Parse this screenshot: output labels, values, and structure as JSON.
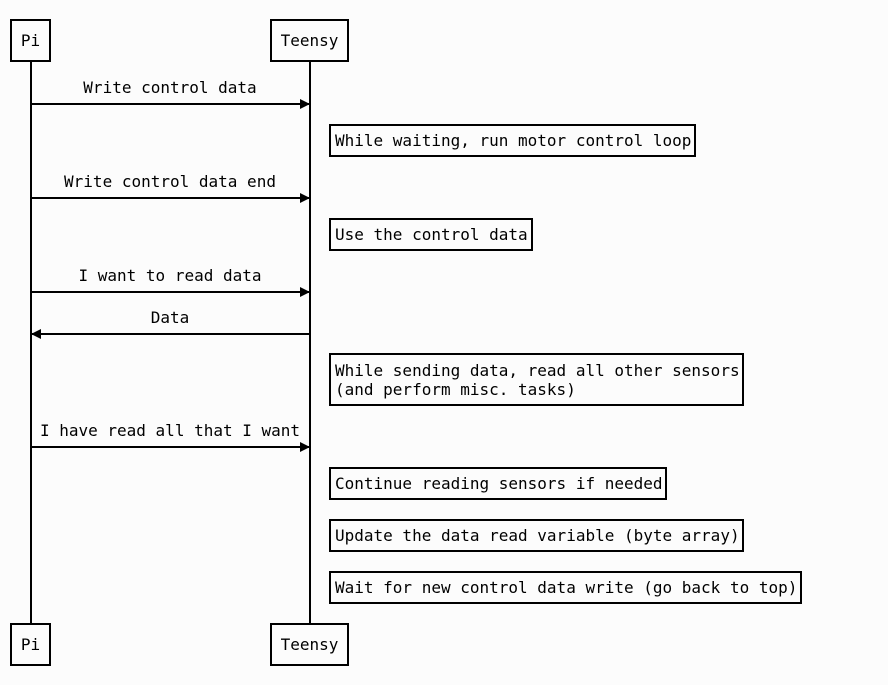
{
  "participants": {
    "left": "Pi",
    "right": "Teensy"
  },
  "messages": [
    {
      "label": "Write control data",
      "direction": "right"
    },
    {
      "label": "Write control data end",
      "direction": "right"
    },
    {
      "label": "I want to read data",
      "direction": "right"
    },
    {
      "label": "Data",
      "direction": "left"
    },
    {
      "label": "I have read all that I want",
      "direction": "right"
    }
  ],
  "notes": [
    {
      "lines": [
        "While waiting, run motor control loop"
      ]
    },
    {
      "lines": [
        "Use the control data"
      ]
    },
    {
      "lines": [
        "While sending data, read all other sensors",
        "(and perform misc. tasks)"
      ]
    },
    {
      "lines": [
        "Continue reading sensors if needed"
      ]
    },
    {
      "lines": [
        "Update the data read variable (byte array)"
      ]
    },
    {
      "lines": [
        "Wait for new control data write (go back to top)"
      ]
    }
  ]
}
